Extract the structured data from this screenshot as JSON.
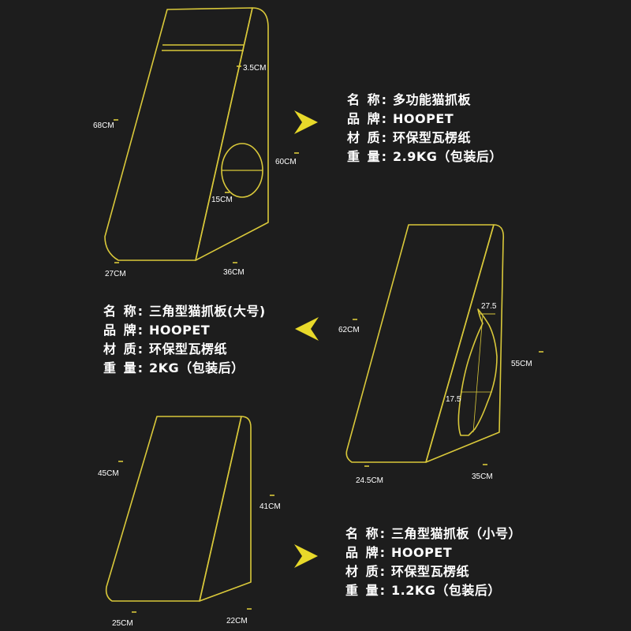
{
  "colors": {
    "background": "#1d1d1d",
    "outline": "#d9c83a",
    "text": "#ffffff"
  },
  "product1": {
    "dims": {
      "top_band": "3.5CM",
      "height_left": "68CM",
      "height_right": "60CM",
      "hole": "15CM",
      "depth": "27CM",
      "base": "36CM"
    },
    "specs": [
      {
        "label": "名 称:",
        "value": "多功能猫抓板"
      },
      {
        "label": "品 牌:",
        "value": "HOOPET"
      },
      {
        "label": "材 质:",
        "value": "环保型瓦楞纸"
      },
      {
        "label": "重 量:",
        "value": "2.9KG（包装后）"
      }
    ]
  },
  "product2": {
    "dims": {
      "height_left": "62CM",
      "height_right": "55CM",
      "fish_top": "27.5",
      "fish_bottom": "17.5",
      "depth": "24.5CM",
      "base": "35CM"
    },
    "specs": [
      {
        "label": "名 称:",
        "value": "三角型猫抓板(大号)"
      },
      {
        "label": "品 牌:",
        "value": "HOOPET"
      },
      {
        "label": "材 质:",
        "value": "环保型瓦楞纸"
      },
      {
        "label": "重 量:",
        "value": "2KG（包装后）"
      }
    ]
  },
  "product3": {
    "dims": {
      "height_left": "45CM",
      "height_right": "41CM",
      "depth": "25CM",
      "base": "22CM"
    },
    "specs": [
      {
        "label": "名 称:",
        "value": "三角型猫抓板（小号）"
      },
      {
        "label": "品 牌:",
        "value": "HOOPET"
      },
      {
        "label": "材 质:",
        "value": "环保型瓦楞纸"
      },
      {
        "label": "重 量:",
        "value": "1.2KG（包装后）"
      }
    ]
  }
}
